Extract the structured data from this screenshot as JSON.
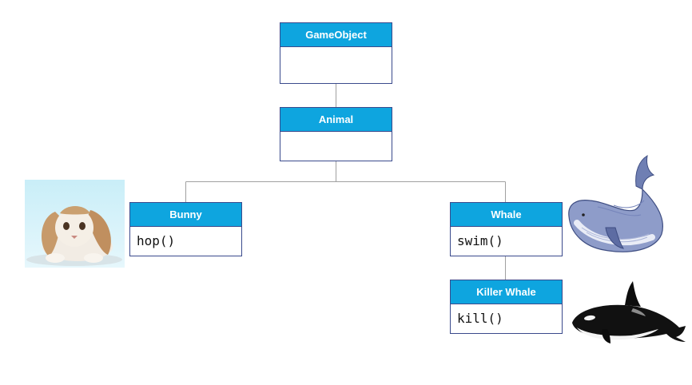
{
  "colors": {
    "header_fill": "#0ea5df",
    "header_text": "#ffffff",
    "border": "#3a4a8c",
    "connector": "#a0a0a0"
  },
  "classes": {
    "gameobject": {
      "name": "GameObject",
      "methods": ""
    },
    "animal": {
      "name": "Animal",
      "methods": ""
    },
    "bunny": {
      "name": "Bunny",
      "methods": "hop()"
    },
    "whale": {
      "name": "Whale",
      "methods": "swim()"
    },
    "killer_whale": {
      "name": "Killer Whale",
      "methods": "kill()"
    }
  },
  "images": {
    "bunny": "bunny-photo",
    "whale": "whale-illustration",
    "killer_whale": "orca-illustration"
  }
}
